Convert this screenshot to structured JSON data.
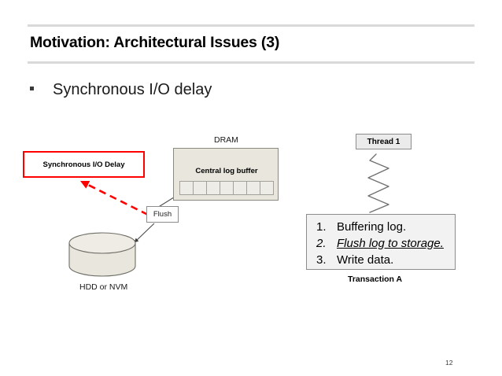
{
  "slide": {
    "title": "Motivation: Architectural Issues (3)",
    "bullet": "Synchronous I/O delay",
    "bullet_marker_icon": "square-bullet-icon",
    "page_number": "12"
  },
  "diagram": {
    "dram_label": "DRAM",
    "central_log_buffer_label": "Central log buffer",
    "buffer_cell_count": 7,
    "sync_io_delay_label": "Synchronous I/O Delay",
    "flush_label": "Flush",
    "storage_label": "HDD or NVM",
    "thread_label": "Thread 1",
    "transaction_label": "Transaction A",
    "steps": [
      {
        "num": "1.",
        "text": "Buffering log.",
        "emphasis": "none"
      },
      {
        "num": "2.",
        "text": "Flush log to storage.",
        "emphasis": "italic-underline"
      },
      {
        "num": "3.",
        "text": "Write data.",
        "emphasis": "none"
      }
    ],
    "colors": {
      "callout_border": "#ff0000",
      "dashed_arrow": "#ff0000",
      "dram_fill": "#e8e6dd",
      "cylinder_fill": "#e9e7dd",
      "outline": "#8a8a80",
      "rule": "#d9d9d9",
      "steps_fill": "#f2f2f2",
      "thread_fill": "#ebebeb"
    }
  }
}
